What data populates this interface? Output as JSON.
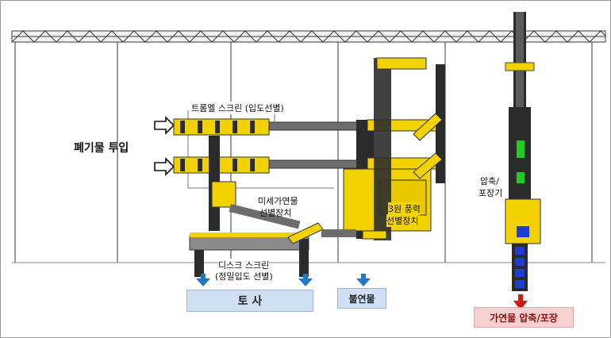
{
  "labels": {
    "trommel": "트롬멜 스크린 (입도선별)",
    "waste_input": "폐기물 투입",
    "fine_sorter_l1": "미세가연물",
    "fine_sorter_l2": "선별장치",
    "wind_l1": "3원 풍력",
    "wind_l2": "선별장치",
    "press_l1": "압축/",
    "press_l2": "포장기",
    "disc_l1": "디스크 스크린",
    "disc_l2": "(정밀입도 선별)"
  },
  "outputs": {
    "soil": "토 사",
    "noncomb": "불연물",
    "comb": "가연물 압축/포장"
  },
  "colors": {
    "machine_yellow": "#f2d200",
    "frame_dark": "#2b2b2b",
    "conveyor_gray": "#6d6d6d",
    "soil_box": "#cfe0f5",
    "noncomb_box": "#cfe0f5",
    "comb_box": "#f6d0d0",
    "arrow_blue": "#1f78c8",
    "arrow_red": "#d01818",
    "bale_green": "#22cc22",
    "bale_blue": "#1a3fd0"
  }
}
